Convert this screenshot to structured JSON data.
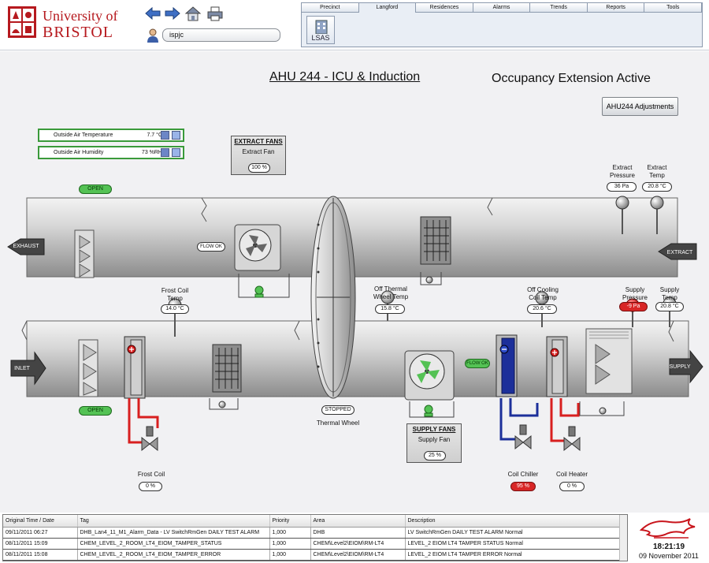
{
  "header": {
    "logo_line1": "University of",
    "logo_line2": "BRISTOL",
    "user": "ispjc"
  },
  "tabs": [
    {
      "label": "Precinct"
    },
    {
      "label": "Langford"
    },
    {
      "label": "Residences"
    },
    {
      "label": "Alarms"
    },
    {
      "label": "Trends"
    },
    {
      "label": "Reports"
    },
    {
      "label": "Tools"
    }
  ],
  "tab_button": "LSAS",
  "main": {
    "title": "AHU 244 - ICU & Induction",
    "occupancy": "Occupancy Extension Active",
    "adjust_button": "AHU244 Adjustments",
    "outside_temp": {
      "label": "Outside Air Temperature",
      "value": "7.7 °C"
    },
    "outside_humidity": {
      "label": "Outside Air Humidity",
      "value": "73 %RH"
    },
    "extract_fans": {
      "title": "EXTRACT FANS",
      "name": "Extract Fan",
      "value": "100 %"
    },
    "supply_fans": {
      "title": "SUPPLY FANS",
      "name": "Supply Fan",
      "value": "25 %"
    },
    "damper_status_top": "OPEN",
    "damper_status_bottom": "OPEN",
    "exhaust": "EXHAUST",
    "inlet": "INLET",
    "extract": "EXTRACT",
    "supply": "SUPPLY",
    "extract_flow": "FLOW OK",
    "supply_flow": "FLOW OK",
    "extract_pressure": {
      "label1": "Extract",
      "label2": "Pressure",
      "value": "36 Pa"
    },
    "extract_temp": {
      "label1": "Extract",
      "label2": "Temp",
      "value": "20.8 °C"
    },
    "frost_coil_temp": {
      "label1": "Frost Coil",
      "label2": "Temp",
      "value": "14.0 °C"
    },
    "off_thermal": {
      "label1": "Off Thermal",
      "label2": "Wheel Temp",
      "value": "15.8 °C"
    },
    "off_cooling": {
      "label1": "Off Cooling",
      "label2": "Coil Temp",
      "value": "20.6 °C"
    },
    "supply_pressure": {
      "label1": "Supply",
      "label2": "Pressure",
      "value": "-9 Pa"
    },
    "supply_temp": {
      "label1": "Supply",
      "label2": "Temp",
      "value": "20.8 °C"
    },
    "wheel_status": "STOPPED",
    "wheel_label": "Thermal Wheel",
    "frost_coil": {
      "label": "Frost Coil",
      "value": "0 %"
    },
    "coil_chiller": {
      "label": "Coil Chiller",
      "value": "95 %"
    },
    "coil_heater": {
      "label": "Coil Heater",
      "value": "0 %"
    },
    "colors": {
      "ok_green": "#54c254",
      "alarm_red": "#d82626",
      "chill_blue": "#1c2f9a",
      "heat_red": "#d81f1f"
    }
  },
  "alarms": {
    "columns": [
      "Original Time / Date",
      "Tag",
      "Priority",
      "Area",
      "Description"
    ],
    "rows": [
      {
        "time": "09/11/2011 06:27",
        "tag": "DHB_Lan4_11_M1_Alarm_Data - LV SwitchRmGen DAILY TEST ALARM",
        "priority": "1,000",
        "area": "DHB",
        "desc": "LV SwitchRmGen DAILY TEST ALARM Normal"
      },
      {
        "time": "08/11/2011 15:09",
        "tag": "CHEM_LEVEL_2_ROOM_LT4_EIOM_TAMPER_STATUS",
        "priority": "1,000",
        "area": "CHEM\\Level2\\EIOM\\RM-LT4",
        "desc": "LEVEL_2 EIOM LT4 TAMPER STATUS Normal"
      },
      {
        "time": "08/11/2011 15:08",
        "tag": "CHEM_LEVEL_2_ROOM_LT4_EIOM_TAMPER_ERROR",
        "priority": "1,000",
        "area": "CHEM\\Level2\\EIOM\\RM-LT4",
        "desc": "LEVEL_2 EIOM LT4 TAMPER ERROR Normal"
      }
    ]
  },
  "brand": {
    "time": "18:21:19",
    "date": "09 November 2011"
  }
}
